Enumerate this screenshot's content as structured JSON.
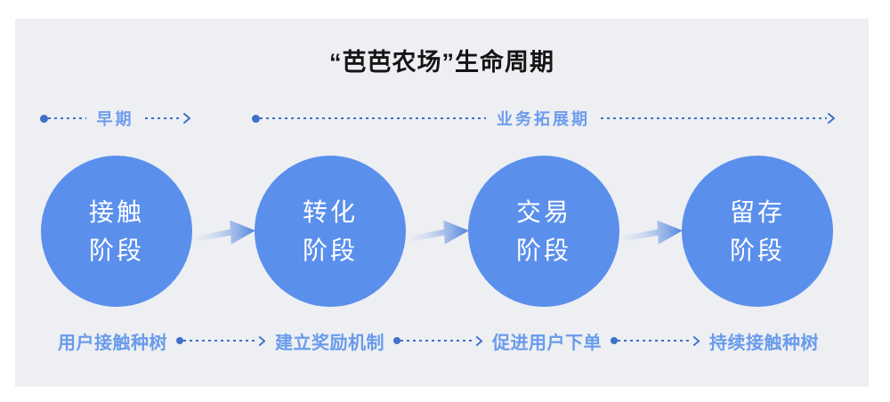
{
  "title": "“芭芭农场”生命周期",
  "phases": [
    {
      "label": "早期"
    },
    {
      "label": "业务拓展期"
    }
  ],
  "stages": [
    {
      "line1": "接触",
      "line2": "阶段",
      "caption": "用户接触种树"
    },
    {
      "line1": "转化",
      "line2": "阶段",
      "caption": "建立奖励机制"
    },
    {
      "line1": "交易",
      "line2": "阶段",
      "caption": "促进用户下单"
    },
    {
      "line1": "留存",
      "line2": "阶段",
      "caption": "持续接触种树"
    }
  ],
  "icons": {
    "timeline_start": "dot-icon",
    "timeline_end": "arrow-right-icon",
    "stage_transition": "gradient-arrow-right-icon"
  },
  "colors": {
    "panel_background": "#EDEFF3",
    "circle_fill": "#5B8FEC",
    "circle_text": "#FFFFFF",
    "phase_label_text": "#6D9CEC",
    "caption_text": "#699BEB",
    "connector_line": "#3E70C8",
    "flow_arrow_blue": "#4E82DC",
    "title_text": "#151515"
  }
}
